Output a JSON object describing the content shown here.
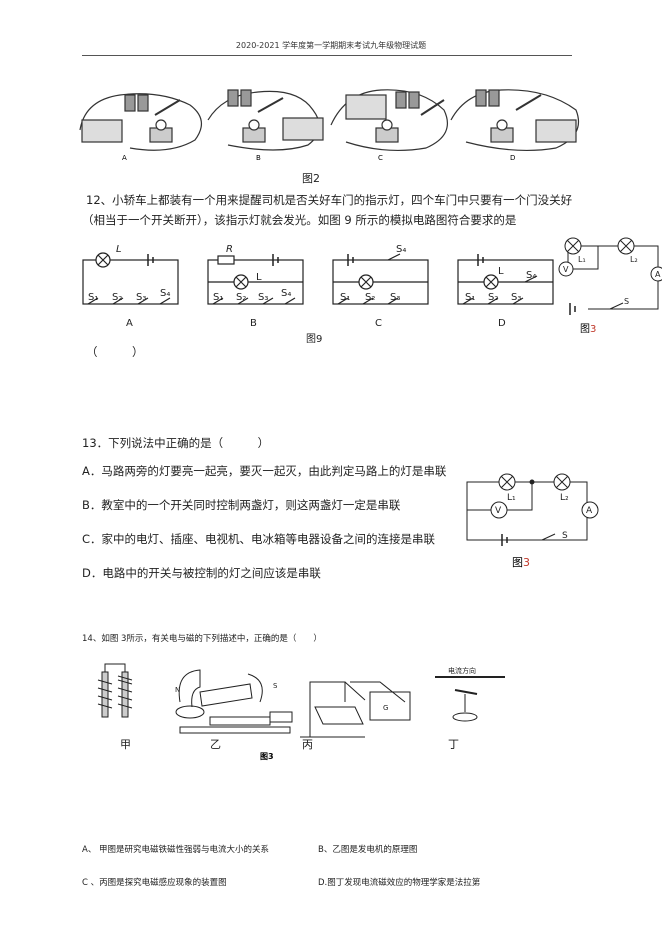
{
  "header": {
    "title": "2020-2021 学年度第一学期期末考试九年级物理试题"
  },
  "fig2": {
    "caption": "图2",
    "panel_labels": [
      "A",
      "B",
      "C",
      "D"
    ]
  },
  "q12": {
    "line1": "12、小轿车上都装有一个用来提醒司机是否关好车门的指示灯，四个车门中只要有一个门没关好",
    "line2": "（相当于一个开关断开），该指示灯就会发光。如图 9 所示的模拟电路图符合要求的是",
    "answer_blank": "（　　　）",
    "fig9_caption": "图9",
    "option_labels": [
      "A",
      "B",
      "C",
      "D"
    ],
    "labels": {
      "L": "L",
      "R": "R",
      "S1": "S₁",
      "S2": "S₂",
      "S3": "S₃",
      "S4": "S₄"
    }
  },
  "fig3_top": {
    "caption_prefix": "图",
    "caption_num": "3",
    "L1": "L₁",
    "L2": "L₂",
    "V": "V",
    "A": "A",
    "S": "S"
  },
  "q13": {
    "stem": "13．下列说法中正确的是（　　　）",
    "options": [
      "A．马路两旁的灯要亮一起亮，要灭一起灭，由此判定马路上的灯是串联",
      "B．教室中的一个开关同时控制两盏灯，则这两盏灯一定是串联",
      "C．家中的电灯、插座、电视机、电冰箱等电器设备之间的连接是串联",
      "D．电路中的开关与被控制的灯之间应该是串联"
    ],
    "fig_caption_prefix": "图",
    "fig_caption_num": "3",
    "L1": "L₁",
    "L2": "L₂",
    "V": "V",
    "A": "A",
    "S": "S"
  },
  "q14": {
    "stem": "14、如图 3所示，有关电与磁的下列描述中，正确的是（　　）",
    "fig_labels": [
      "甲",
      "乙",
      "丙",
      "丁"
    ],
    "fig_caption": "图3",
    "n_label": "N",
    "s_label": "S",
    "g_label": "G",
    "arrow_label": "电流方向",
    "option_a": "A、 甲图是研究电磁铁磁性强弱与电流大小的关系",
    "option_b": "B、乙图是发电机的原理图",
    "option_c": "C 、丙图是探究电磁感应现象的装置图",
    "option_d": "D.图丁发现电流磁效应的物理学家是法拉第"
  }
}
